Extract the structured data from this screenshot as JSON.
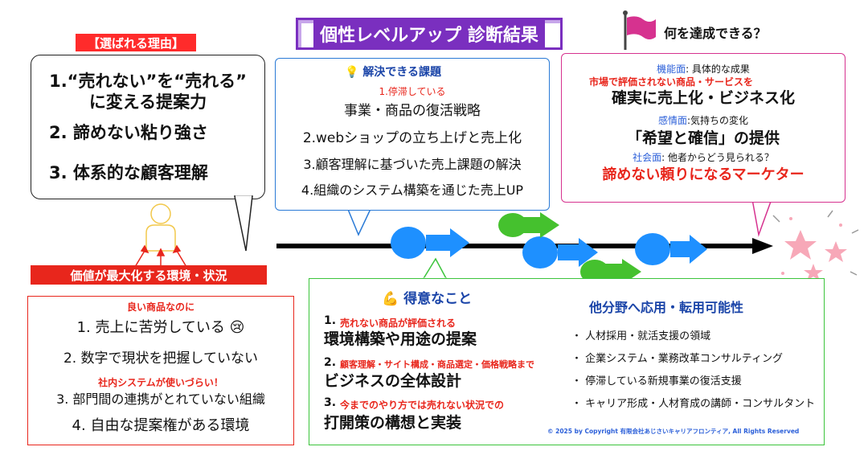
{
  "title": "個性レベルアップ 診断結果",
  "reasons": {
    "label": "【選ばれる理由】",
    "items": [
      "1.“売れない”を“売れる”",
      "に変える提案力",
      "2. 諦めない粘り強さ",
      "3. 体系的な顧客理解"
    ]
  },
  "solve": {
    "header": "解決できる課題",
    "note": "1.停滞している",
    "items": [
      "事業・商品の復活戦略",
      "2.webショップの立ち上げと売上化",
      "3.顧客理解に基づいた売上課題の解決",
      "4.組織のシステム構築を通じた売上UP"
    ]
  },
  "achieve": {
    "header": "何を達成できる？",
    "func_label": "機能面",
    "func_desc": ": 具体的な成果",
    "func_note": "市場で評価されない商品・サービスを",
    "func_main": "確実に売上化・ビジネス化",
    "emo_label": "感情面",
    "emo_desc": ":気持ちの変化",
    "emo_main": "「希望と確信」の提供",
    "soc_label": "社会面",
    "soc_desc": ": 他者からどう見られる？",
    "soc_main": "諦めない頼りになるマーケター"
  },
  "values": {
    "label": "価値が最大化する環境・状況",
    "note1": "良い商品なのに",
    "item1": "1. 売上に苦労している 😢",
    "item2": "2. 数字で現状を把握していない",
    "note3": "社内システムが使いづらい！",
    "item3": "3. 部門間の連携がとれていない組織",
    "item4": "4. 自由な提案権がある環境"
  },
  "strengths": {
    "header": "得意なこと",
    "n1": "1.",
    "note1": "売れない商品が評価される",
    "main1": "環境構築や用途の提案",
    "n2": "2.",
    "note2": "顧客理解・サイト構成・商品選定・価格戦略まで",
    "main2": "ビジネスの全体設計",
    "n3": "3.",
    "note3": "今までのやり方では売れない状況での",
    "main3": "打開策の構想と実装",
    "other_header": "他分野へ応用・転用可能性",
    "other_items": [
      "・ 人材採用・就活支援の領域",
      "・ 企業システム・業務改革コンサルティング",
      "・ 停滞している新規事業の復活支援",
      "・ キャリア形成・人材育成の講師・コンサルタント"
    ],
    "copyright": "© 2025 by Copyright  有限会社あじさいキャリアフロンティア,  All Rights Reserved"
  },
  "colors": {
    "title_purple": "#7a2fbf",
    "red": "#e8261c",
    "blue_arrow": "#1e90ff",
    "green_arrow": "#45c12e",
    "pink_flag": "#d6328f"
  },
  "icons": [
    "lightbulb-icon",
    "flag-icon",
    "person-icon",
    "flexed-arm-icon",
    "stars-icon"
  ]
}
